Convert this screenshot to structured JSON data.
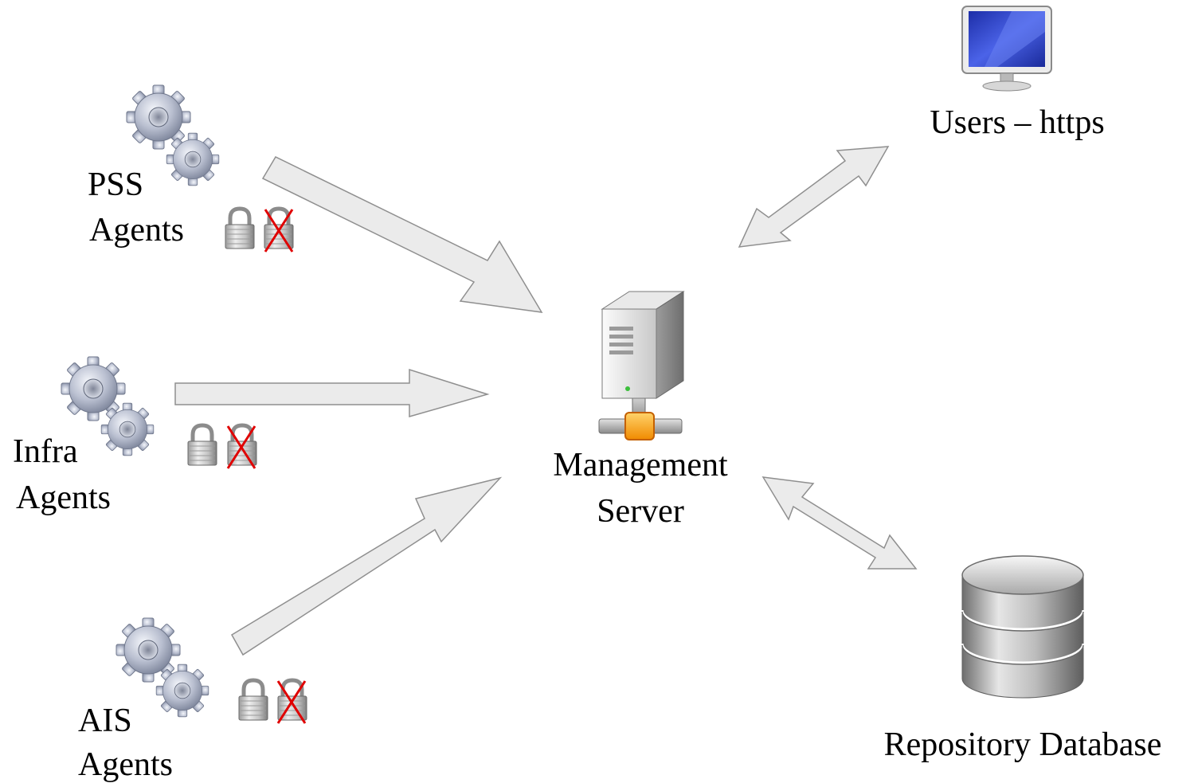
{
  "nodes": {
    "pss": {
      "line1": "PSS",
      "line2": "Agents"
    },
    "infra": {
      "line1": "Infra",
      "line2": "Agents"
    },
    "ais": {
      "line1": "AIS",
      "line2": "Agents"
    },
    "server": {
      "line1": "Management",
      "line2": "Server"
    },
    "users": {
      "label": "Users – https"
    },
    "repository": {
      "label": "Repository Database"
    }
  },
  "icons": {
    "agent_group": "gears-icon",
    "lock_enabled": "padlock-icon",
    "lock_disabled": "padlock-crossed-icon",
    "server": "server-tower-icon",
    "users": "monitor-icon",
    "repository": "database-icon"
  },
  "colors": {
    "arrow_fill": "#ebebeb",
    "arrow_stroke": "#8f8f8f",
    "cross": "#e00000",
    "network_node": "#f29a00",
    "monitor_screen": "#2f44c8"
  }
}
